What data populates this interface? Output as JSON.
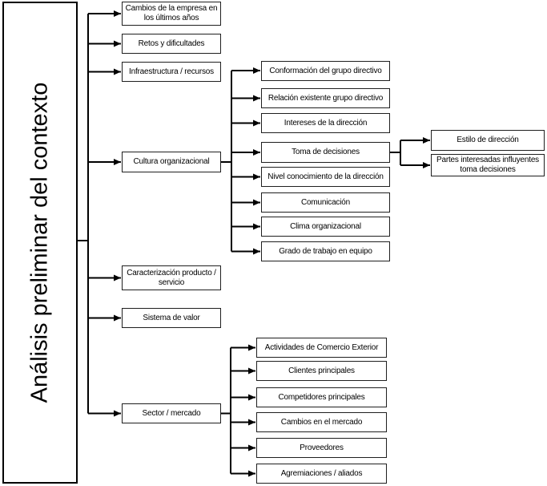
{
  "palette": {
    "background": "#ffffff",
    "line": "#000000",
    "box_border": "#1f1f1f",
    "text": "#000000"
  },
  "diagram": {
    "root": "Análisis preliminar del contexto",
    "branches": [
      {
        "label": "Cambios de la empresa en los últimos años"
      },
      {
        "label": "Retos y dificultades"
      },
      {
        "label": "Infraestructura / recursos"
      },
      {
        "label": "Cultura organizacional",
        "children": [
          {
            "label": "Conformación del grupo directivo"
          },
          {
            "label": "Relación existente grupo directivo"
          },
          {
            "label": "Intereses de la dirección"
          },
          {
            "label": "Toma de decisiones",
            "children": [
              {
                "label": "Estilo de dirección"
              },
              {
                "label": "Partes interesadas influyentes toma decisiones"
              }
            ]
          },
          {
            "label": "Nivel conocimiento de la dirección"
          },
          {
            "label": "Comunicación"
          },
          {
            "label": "Clima organizacional"
          },
          {
            "label": "Grado de trabajo en equipo"
          }
        ]
      },
      {
        "label": "Caracterización producto / servicio"
      },
      {
        "label": "Sistema de valor"
      },
      {
        "label": "Sector / mercado",
        "children": [
          {
            "label": "Actividades de Comercio Exterior"
          },
          {
            "label": "Clientes principales"
          },
          {
            "label": "Competidores principales"
          },
          {
            "label": "Cambios en el mercado"
          },
          {
            "label": "Proveedores"
          },
          {
            "label": "Agremiaciones / aliados"
          }
        ]
      }
    ]
  }
}
